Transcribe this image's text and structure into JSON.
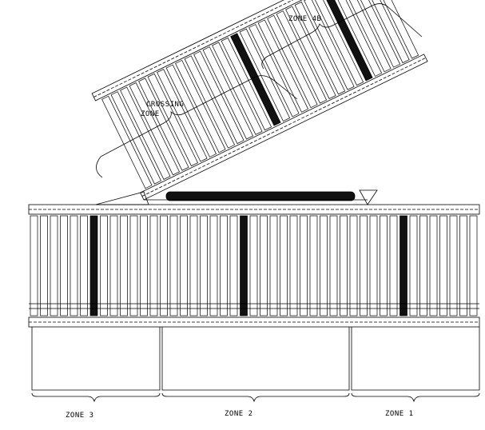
{
  "diagram": {
    "labels": {
      "zone_4b": "ZONE 4B",
      "crossing_line1": "CROSSING",
      "crossing_line2": "ZONE",
      "zone_3": "ZONE 3",
      "zone_2": "ZONE 2",
      "zone_1": "ZONE 1"
    },
    "colors": {
      "ink": "#000000",
      "paper": "#ffffff",
      "driven_roller": "#111111"
    }
  }
}
